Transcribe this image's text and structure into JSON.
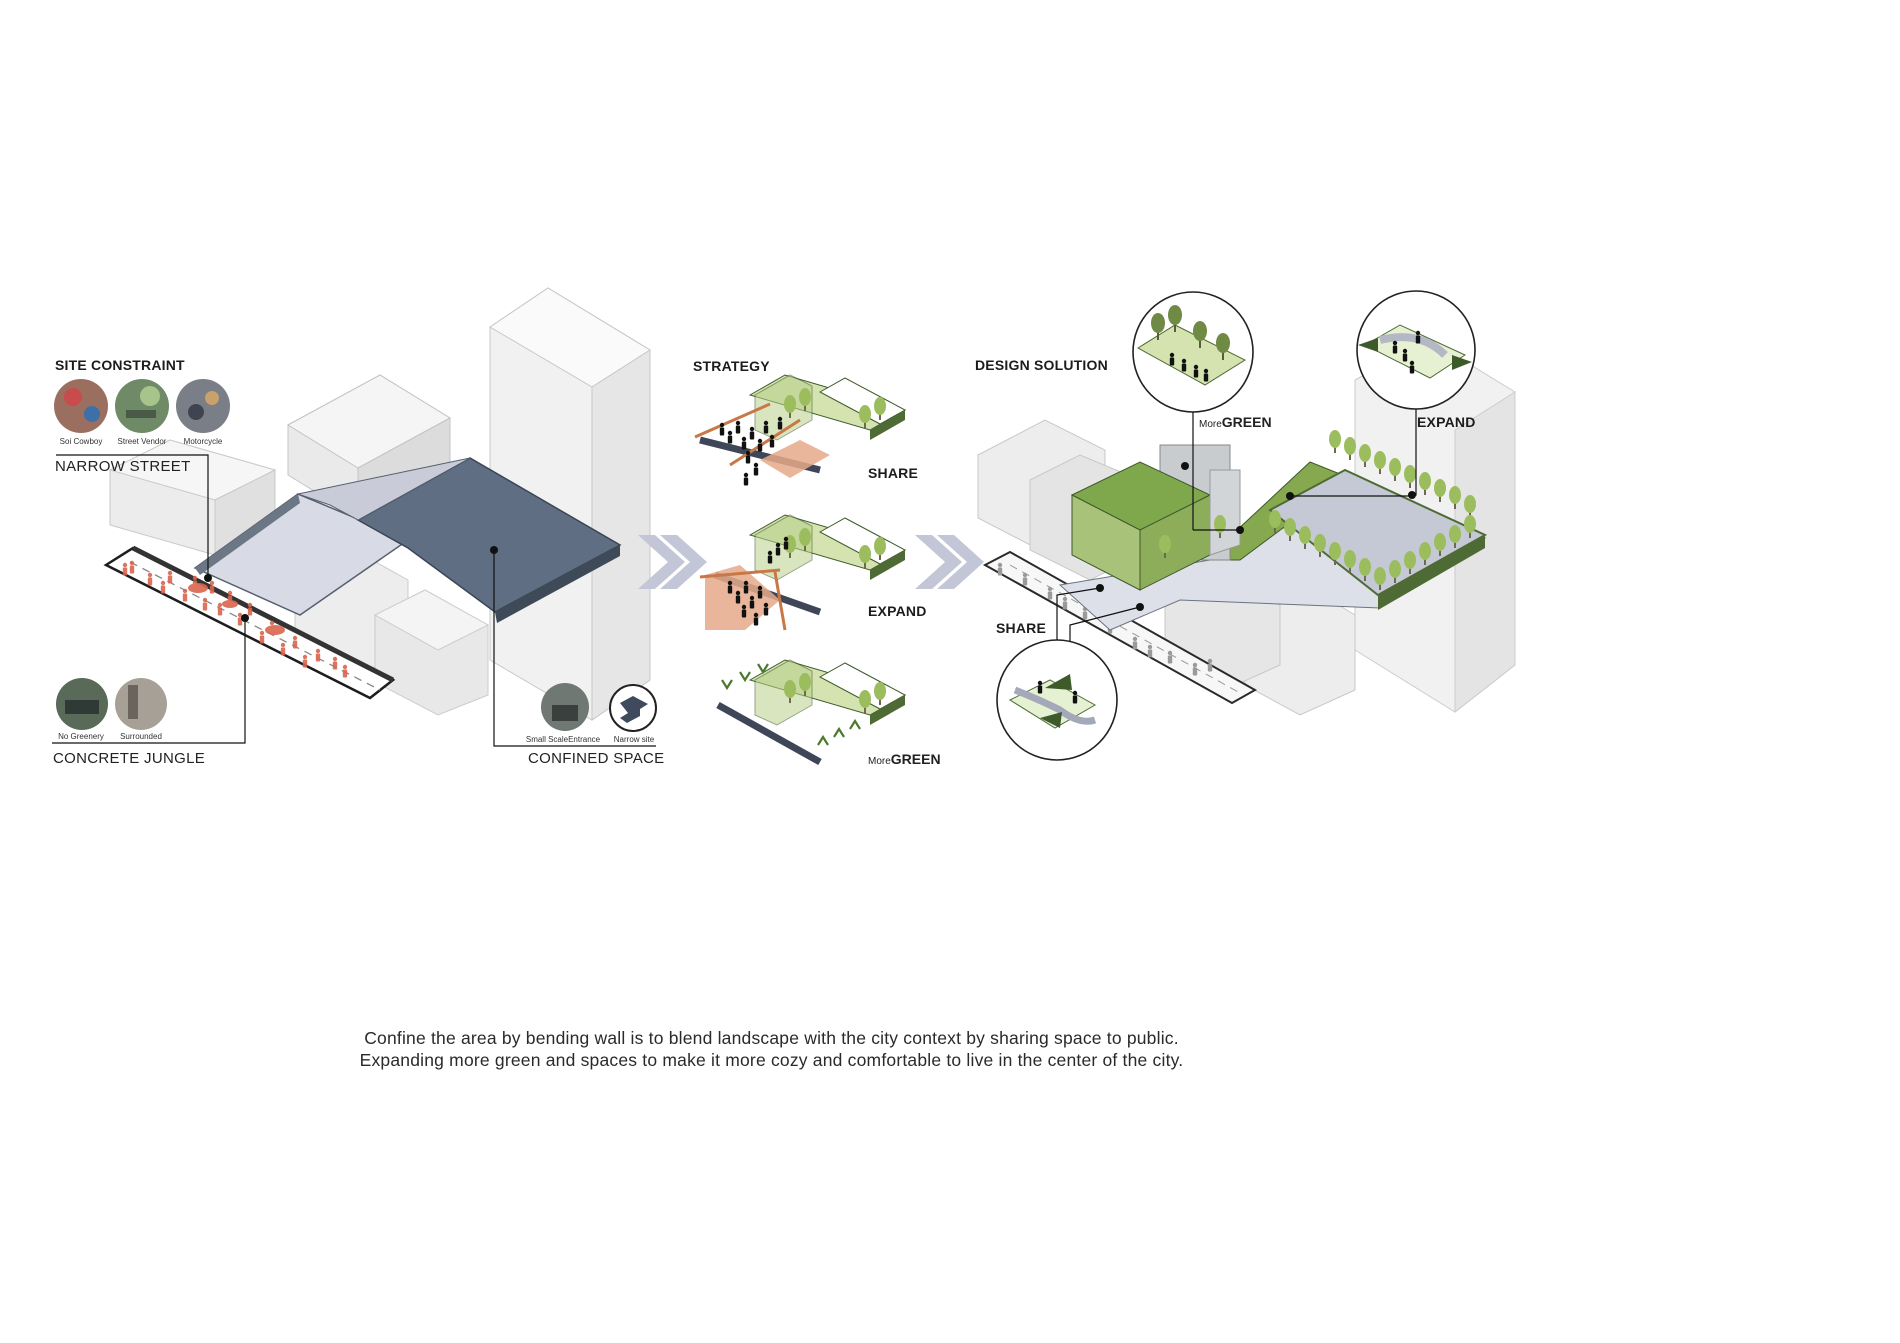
{
  "site_constraint": {
    "title": "SITE CONSTRAINT",
    "photos": [
      "Soi Cowboy",
      "Street Vendor",
      "Motorcycle"
    ],
    "narrow_street": "NARROW STREET",
    "concrete_photos": [
      "No Greenery",
      "Surrounded"
    ],
    "concrete_jungle": "CONCRETE JUNGLE",
    "confined_photos": [
      "Small ScaleEntrance",
      "Narrow site"
    ],
    "confined_space": "CONFINED SPACE"
  },
  "strategy": {
    "title": "STRATEGY",
    "share": "SHARE",
    "expand": "EXPAND",
    "more_prefix": "More",
    "more_green": "GREEN"
  },
  "design_solution": {
    "title": "DESIGN SOLUTION",
    "more_prefix": "More",
    "more_green": "GREEN",
    "expand": "EXPAND",
    "share": "SHARE"
  },
  "footer": {
    "line1": "Confine the area by bending wall is to blend landscape with the city context by sharing space to public.",
    "line2": "Expanding more green and spaces to make it more cozy and comfortable to live in the center of the city."
  },
  "colors": {
    "site_dark": "#5f6e83",
    "site_light": "#d8dbe6",
    "green": "#92b356",
    "dark_green": "#4f6b35",
    "orange": "#e6a98a",
    "people_red": "#d9654f",
    "chevron": "#c3c6d6"
  },
  "icons": [
    "site-photo-icon",
    "narrow-site-icon",
    "chevron-right-icon",
    "person-icon",
    "tree-icon",
    "arrow-icon"
  ]
}
